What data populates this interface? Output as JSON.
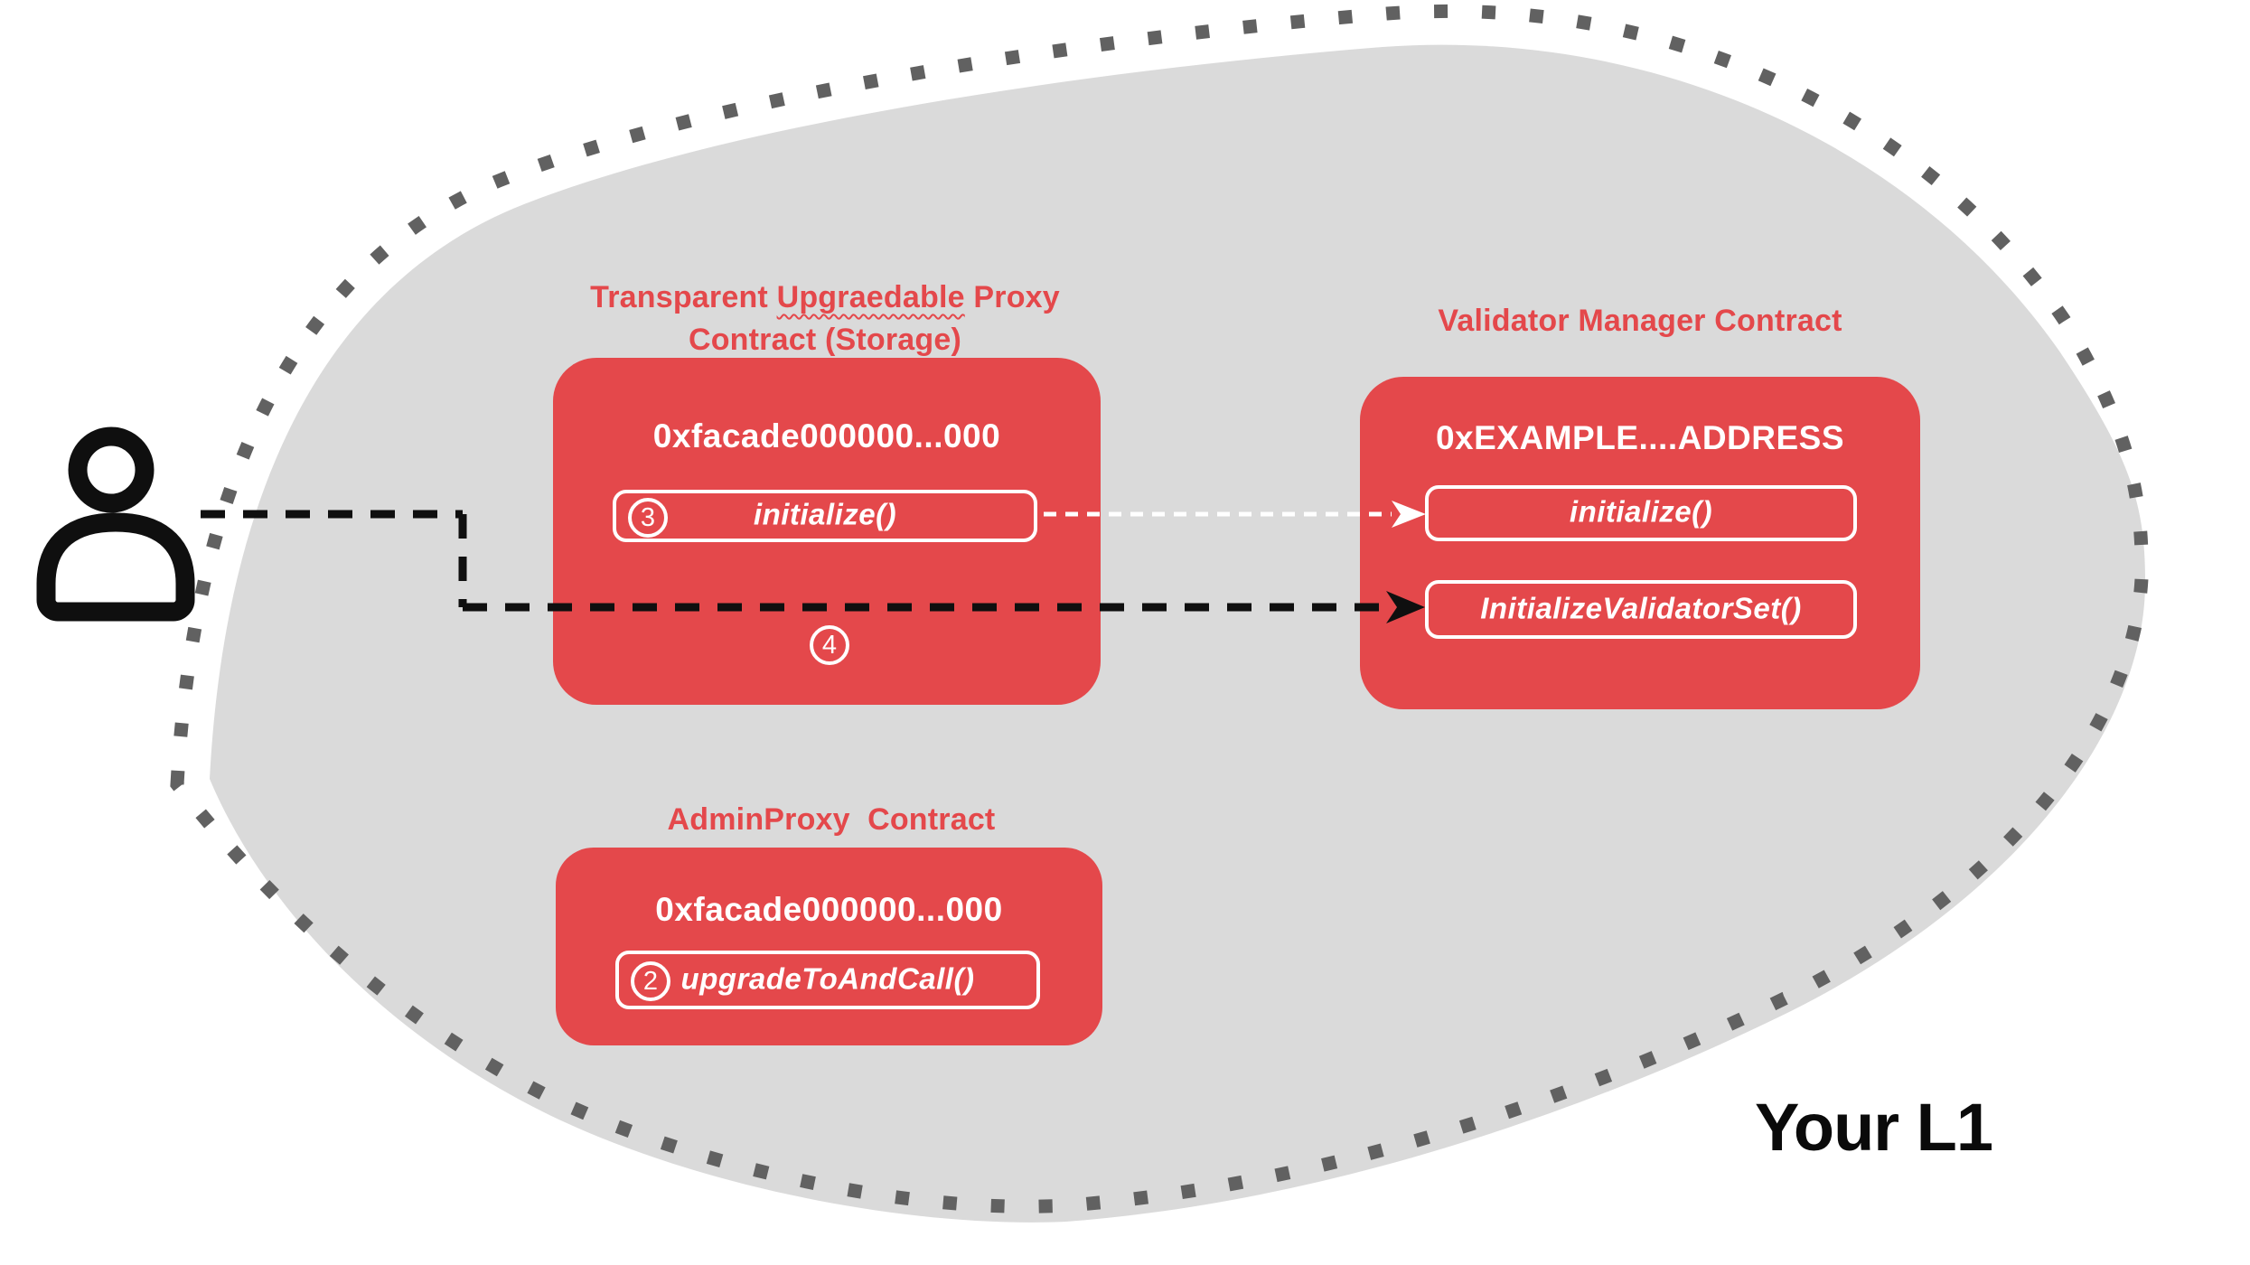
{
  "diagram_label": "Your L1",
  "actor": {
    "icon": "person-icon"
  },
  "proxy_contract": {
    "title_line1_part1": "Transparent ",
    "title_line1_misspelled": "Upgraedable",
    "title_line1_part2": " Proxy",
    "title_line2": "Contract (Storage)",
    "address": "0xfacade000000...000",
    "method": {
      "step": "3",
      "label": "initialize()"
    },
    "step_marker": "4"
  },
  "validator_contract": {
    "title": "Validator Manager Contract",
    "address": "0xEXAMPLE....ADDRESS",
    "methods": [
      {
        "label": "initialize()"
      },
      {
        "label": "InitializeValidatorSet()"
      }
    ]
  },
  "admin_contract": {
    "title": "AdminProxy  Contract",
    "address": "0xfacade000000...000",
    "method": {
      "step": "2",
      "label": "upgradeToAndCall()"
    }
  },
  "colors": {
    "red": "#E4484B",
    "blob_fill": "#DADADA",
    "dot_border": "#616161",
    "line_black": "#0F0F0F",
    "white": "#FFFFFF"
  }
}
